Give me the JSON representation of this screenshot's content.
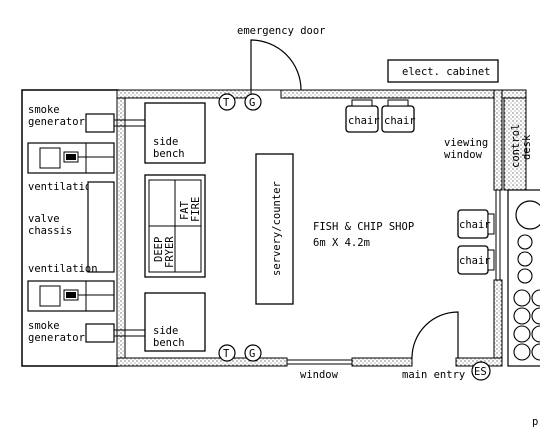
{
  "labels": {
    "emergency_door": "emergency door",
    "elect_cabinet": "elect. cabinet",
    "chair": "chair",
    "viewing_window_1": "viewing",
    "viewing_window_2": "window",
    "control_desk_1": "control",
    "control_desk_2": "desk",
    "smoke_generator_1": "smoke",
    "smoke_generator_2": "generator",
    "ventilation": "ventilation",
    "valve_chassis_1": "valve",
    "valve_chassis_2": "chassis",
    "side_bench_1": "side",
    "side_bench_2": "bench",
    "fat_fire_1": "FAT",
    "fat_fire_2": "FIRE",
    "deep_fryer_1": "DEEP",
    "deep_fryer_2": "FRYER",
    "servery_counter": "servery/counter",
    "shop_title": "FISH & CHIP SHOP",
    "shop_size": "6m X 4.2m",
    "window": "window",
    "main_entry": "main entry",
    "es": "ES",
    "t": "T",
    "g": "G",
    "partial_p": "p"
  }
}
